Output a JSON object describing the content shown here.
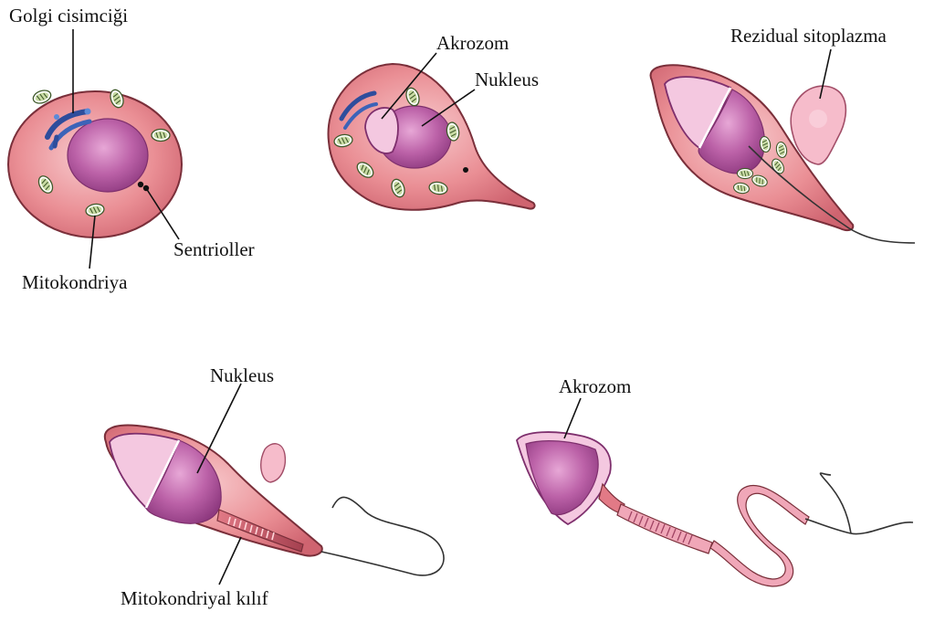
{
  "labels": {
    "golgi": "Golgi cisimciği",
    "centrioles": "Sentrioller",
    "mitochondria": "Mitokondriya",
    "acrosome_stage2": "Akrozom",
    "nucleus_stage2": "Nukleus",
    "residual_cytoplasm": "Rezidual sitoplazma",
    "nucleus_stage4": "Nukleus",
    "mitochondrial_sheath": "Mitokondriyal kılıf",
    "acrosome_stage5": "Akrozom"
  },
  "colors": {
    "cell_fill": "#e9868c",
    "cell_outline": "#7a2f3a",
    "nucleus": "#b0559a",
    "nucleus_light": "#e39fd0",
    "acrosome": "#f3c4de",
    "mitochondria": "#c9dba4",
    "golgi": "#3a5aa8",
    "residual": "#f4b8c8"
  }
}
